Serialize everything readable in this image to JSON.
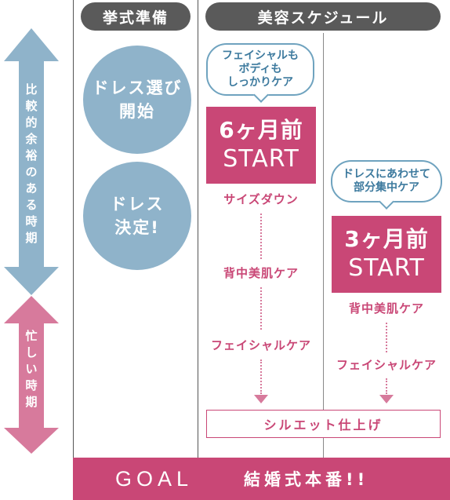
{
  "side": {
    "relaxed_label": "比較的余裕のある時期",
    "busy_label": "忙しい時期",
    "colors": {
      "relaxed": "#8fb3ca",
      "busy": "#d77a9c"
    }
  },
  "columns": {
    "prep_header": "挙式準備",
    "beauty_header": "美容スケジュール"
  },
  "prep": {
    "circle1": [
      "ドレス選び",
      "開始"
    ],
    "circle2": [
      "ドレス",
      "決定!"
    ]
  },
  "track6": {
    "bubble": [
      "フェイシャルも",
      "ボディも",
      "しっかりケア"
    ],
    "box_line1": "6ヶ月前",
    "box_line2": "START",
    "steps": [
      "サイズダウン",
      "背中美肌ケア",
      "フェイシャルケア"
    ]
  },
  "track3": {
    "bubble": [
      "ドレスにあわせて",
      "部分集中ケア"
    ],
    "box_line1": "3ヶ月前",
    "box_line2": "START",
    "steps": [
      "背中美肌ケア",
      "フェイシャルケア"
    ]
  },
  "finish_label": "シルエット仕上げ",
  "goal": {
    "left": "GOAL",
    "right": "結婚式本番!!"
  },
  "colors": {
    "pink": "#c94776",
    "header_gray": "#5a5a5a",
    "circle_blue": "#8fb3ca",
    "bubble_blue": "#6fa3bf"
  }
}
